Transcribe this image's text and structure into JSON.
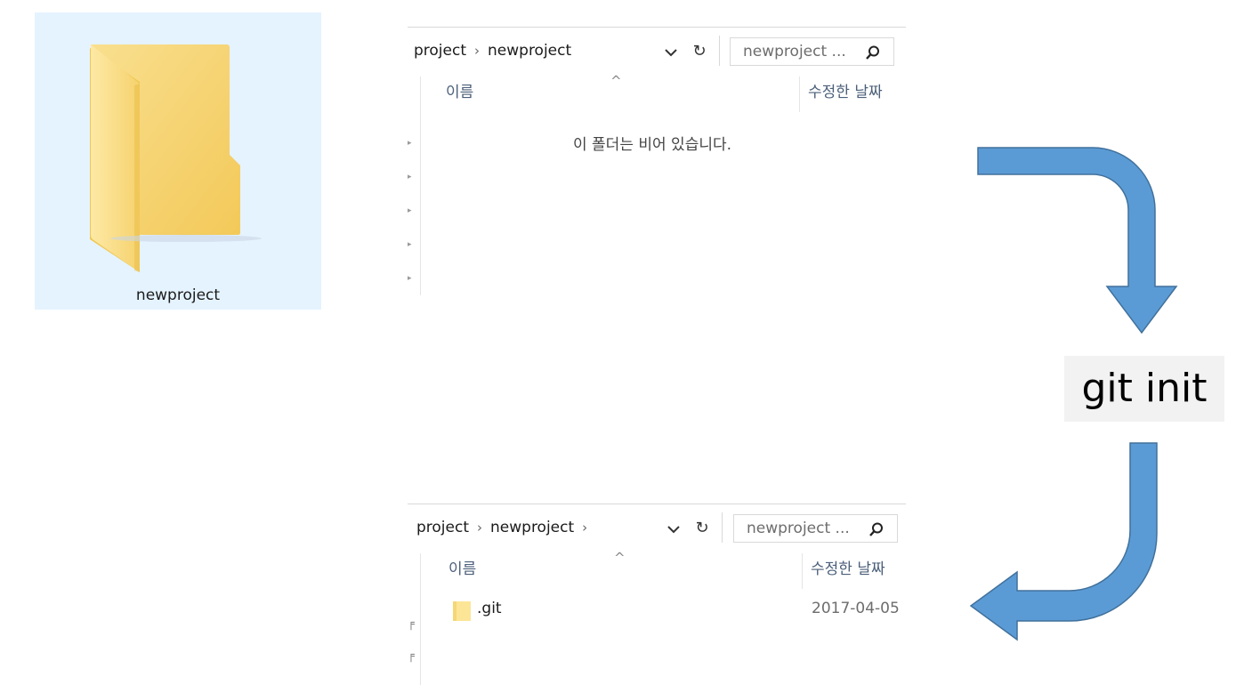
{
  "desktop_folder": {
    "label": "newproject",
    "icon": "folder-icon"
  },
  "explorer_before": {
    "breadcrumb": [
      "project",
      "newproject"
    ],
    "breadcrumb_separator": "›",
    "search_placeholder": "newproject ...",
    "columns": {
      "name": "이름",
      "date": "수정한 날짜"
    },
    "empty_message": "이 폴더는 비어 있습니다."
  },
  "explorer_after": {
    "breadcrumb": [
      "project",
      "newproject"
    ],
    "breadcrumb_separator": "›",
    "trailing_separator": "›",
    "search_placeholder": "newproject ...",
    "columns": {
      "name": "이름",
      "date": "수정한 날짜"
    },
    "files": [
      {
        "name": ".git",
        "date": "2017-04-05",
        "icon": "folder-icon"
      }
    ]
  },
  "command": {
    "label": "git init"
  },
  "colors": {
    "arrow_fill": "#5b9bd5",
    "arrow_stroke": "#41719c",
    "tile_bg": "#e5f3ff",
    "folder_yellow": "#f8d775"
  }
}
